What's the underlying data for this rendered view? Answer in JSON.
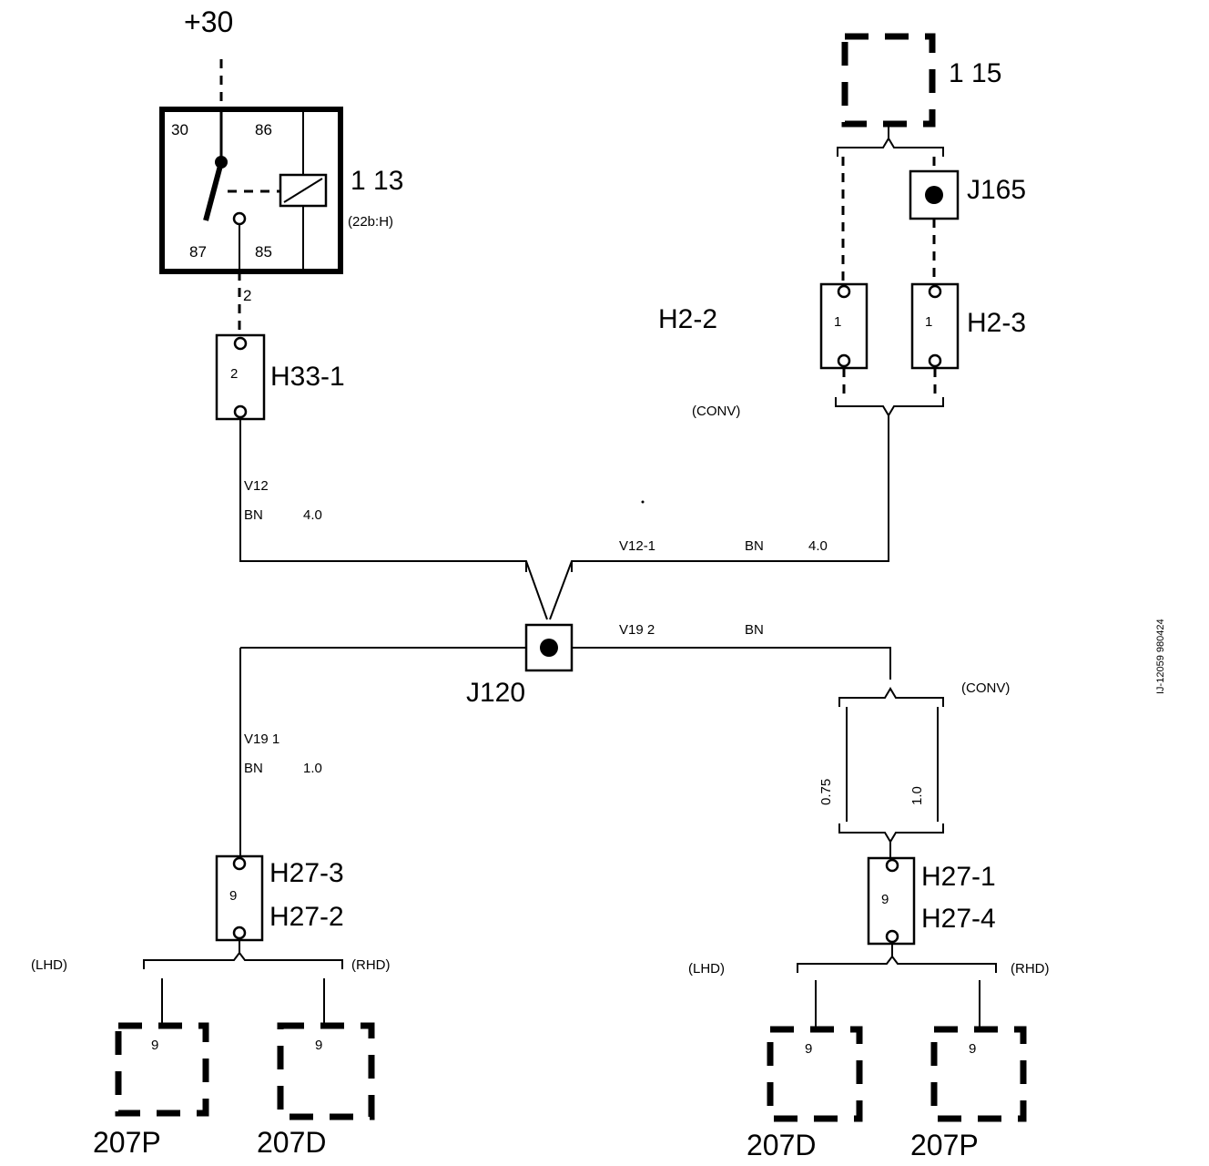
{
  "supply": {
    "label": "+30"
  },
  "relay": {
    "pins": {
      "p30": "30",
      "p86": "86",
      "p87": "87",
      "p85": "85"
    },
    "id": "1 13",
    "note": "(22b:H)",
    "out_pin": "2"
  },
  "component_115": {
    "id": "1 15"
  },
  "junctions": {
    "j165": "J165",
    "j120": "J120"
  },
  "connectors": {
    "h33_1": {
      "name": "H33-1",
      "pin": "2"
    },
    "h2_2": {
      "name": "H2-2",
      "pin": "1"
    },
    "h2_3": {
      "name": "H2-3",
      "pin": "1"
    },
    "h27_left": {
      "name_a": "H27-3",
      "name_b": "H27-2",
      "pin": "9"
    },
    "h27_right": {
      "name_a": "H27-1",
      "name_b": "H27-4",
      "pin": "9"
    }
  },
  "variants": {
    "conv_top": "(CONV)",
    "conv_right": "(CONV)",
    "lhd_left": "(LHD)",
    "rhd_left": "(RHD)",
    "lhd_right": "(LHD)",
    "rhd_right": "(RHD)"
  },
  "wires": {
    "v12": {
      "id": "V12",
      "color": "BN",
      "size": "4.0"
    },
    "v12_1": {
      "id": "V12-1",
      "color": "BN",
      "size": "4.0"
    },
    "v19_2": {
      "id": "V19 2",
      "color": "BN"
    },
    "v19_1": {
      "id": "V19 1",
      "color": "BN",
      "size": "1.0"
    },
    "split_a": "0.75",
    "split_b": "1.0"
  },
  "loads": {
    "left_a": {
      "name": "207P",
      "pin": "9"
    },
    "left_b": {
      "name": "207D",
      "pin": "9"
    },
    "right_a": {
      "name": "207D",
      "pin": "9"
    },
    "right_b": {
      "name": "207P",
      "pin": "9"
    }
  },
  "doc_ref": "IJ-12059 980424"
}
